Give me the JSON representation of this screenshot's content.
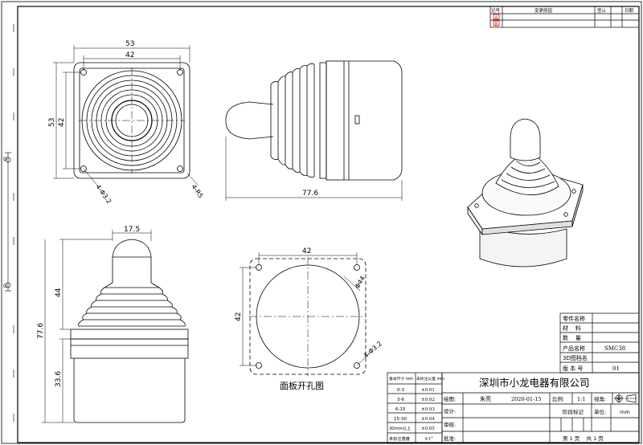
{
  "revision_table": {
    "col_mark": "记号",
    "col_content": "变更原因",
    "col_sign": "签认",
    "col_date": "日期",
    "row_marks": [
      "A",
      "B"
    ]
  },
  "top_view": {
    "dim_width_outer": "53",
    "dim_width_inner": "42",
    "dim_height_outer": "53",
    "dim_height_inner": "42",
    "hole_label": "4-Φ3.2",
    "radius_label": "4-R5"
  },
  "side_view": {
    "dim_length": "77.6"
  },
  "front_view": {
    "dim_knob": "17.5",
    "dim_upper": "44",
    "dim_total": "77.6",
    "dim_lower": "33.6"
  },
  "cutout_view": {
    "dim_width": "42",
    "dim_height": "42",
    "dim_circle": "Φ44",
    "hole_label": "4-Φ3.2",
    "caption": "面板开孔图"
  },
  "info_table": {
    "rows": [
      {
        "label": "零件名称",
        "value": ""
      },
      {
        "label": "材    料",
        "value": ""
      },
      {
        "label": "数    量",
        "value": ""
      },
      {
        "label": "产品名称",
        "value": "SMC38"
      },
      {
        "label": "3D图档名",
        "value": ""
      },
      {
        "label": "版 本 号",
        "value": "01"
      }
    ]
  },
  "tolerance_table": {
    "header_size": "基本尺寸 mm",
    "header_tol": "未标注公差 mm",
    "rows": [
      {
        "size": "0-3",
        "tol": "±0.01"
      },
      {
        "size": "3-6",
        "tol": "±0.02"
      },
      {
        "size": "6-15",
        "tol": "±0.03"
      },
      {
        "size": "15-30",
        "tol": "±0.04"
      },
      {
        "size": "30mm以上",
        "tol": "±0.05"
      },
      {
        "size": "未标注角度",
        "tol": "±1°"
      }
    ]
  },
  "title_block": {
    "company": "深圳市小龙电器有限公司",
    "draw_label": "绘图:",
    "drawer": "朱亮",
    "date": "2020-01-15",
    "scale_label": "比例:",
    "scale_value": "1:1",
    "view_label": "视角:",
    "design_label": "设计:",
    "check_label": "审核:",
    "approve_label": "批准:",
    "stage_label": "阶段标记",
    "unit_label": "单位:",
    "unit_value": "mm",
    "page_label": "第 1 页    共 1 页"
  },
  "side_strip": {
    "mark_top": "D",
    "mark_bottom": "G"
  }
}
